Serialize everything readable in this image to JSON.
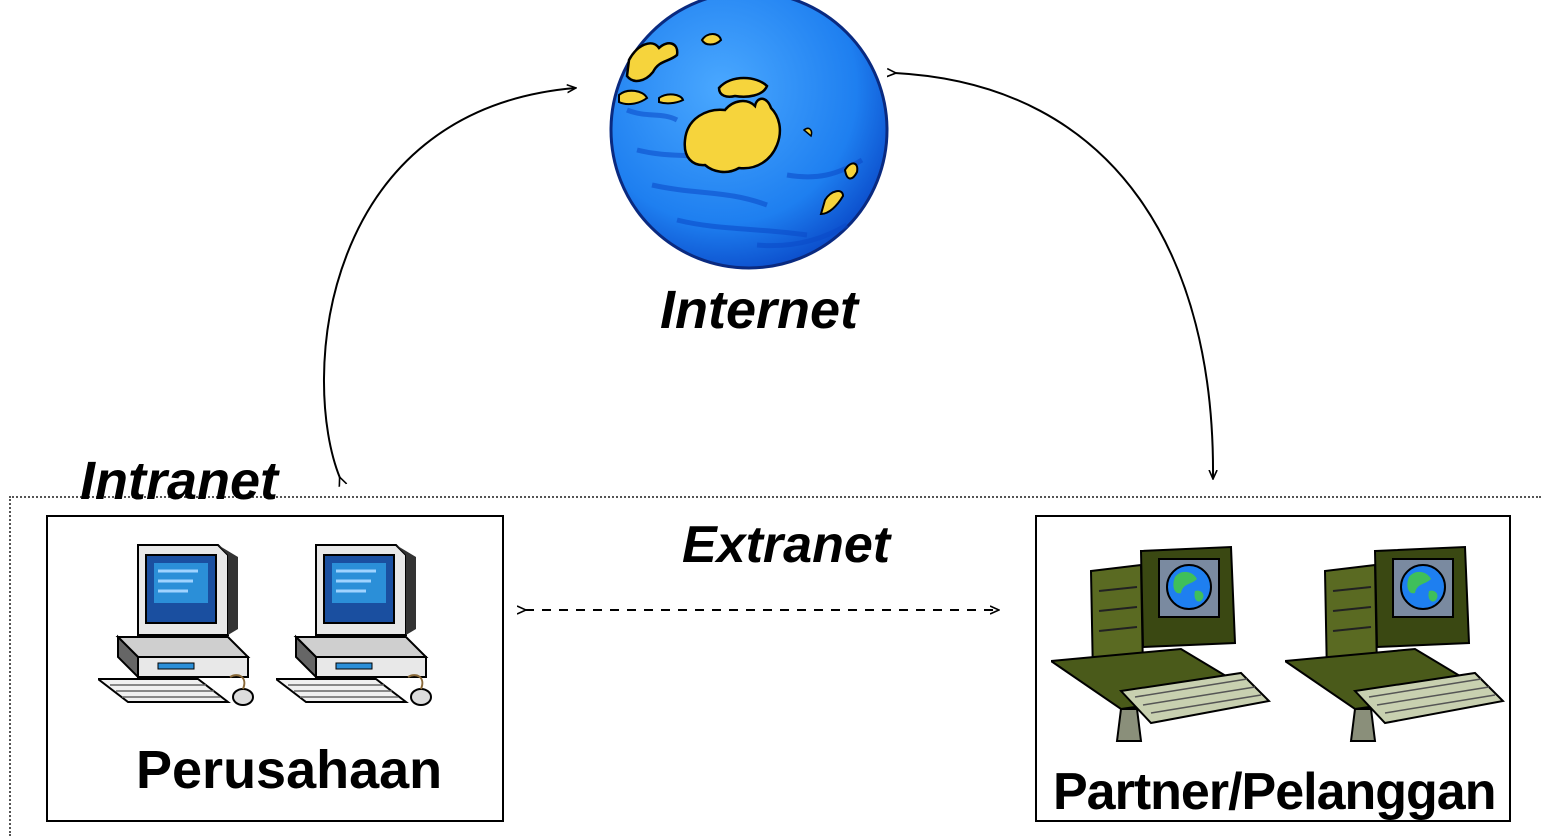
{
  "labels": {
    "internet": "Internet",
    "intranet": "Intranet",
    "extranet": "Extranet",
    "company": "Perusahaan",
    "partner": "Partner/Pelanggan"
  },
  "icons": {
    "globe": "globe-icon",
    "company_computer": "desktop-computer-icon",
    "partner_computer": "web-computer-icon"
  },
  "colors": {
    "ocean": "#1e7ff0",
    "ocean_dark": "#0a49c8",
    "land": "#f6d43c",
    "monitor_screen": "#2b8fd8",
    "partner_body": "#4a5a1a",
    "line": "#000000"
  }
}
